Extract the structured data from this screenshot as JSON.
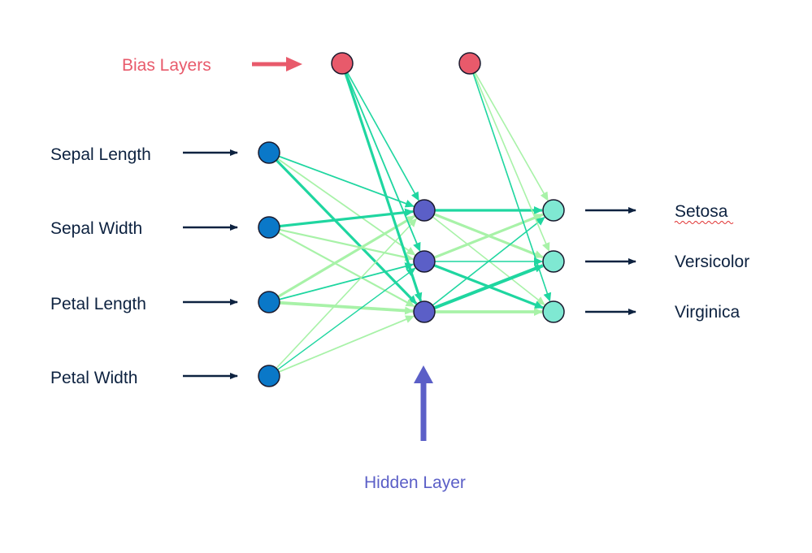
{
  "labels": {
    "bias": "Bias Layers",
    "hidden": "Hidden Layer"
  },
  "inputs": [
    "Sepal Length",
    "Sepal Width",
    "Petal Length",
    "Petal Width"
  ],
  "outputs": [
    "Setosa",
    "Versicolor",
    "Virginica"
  ],
  "colors": {
    "input_node": "#0a78c8",
    "hidden_node": "#5b5fc7",
    "output_node": "#7fe8d2",
    "bias_node": "#e85a6b",
    "edge_strong": "#1fd6a0",
    "edge_light": "#a8f2a8",
    "arrow_dark": "#0d2240",
    "bias_text": "#e85a6b",
    "hidden_text": "#5b5fc7"
  }
}
